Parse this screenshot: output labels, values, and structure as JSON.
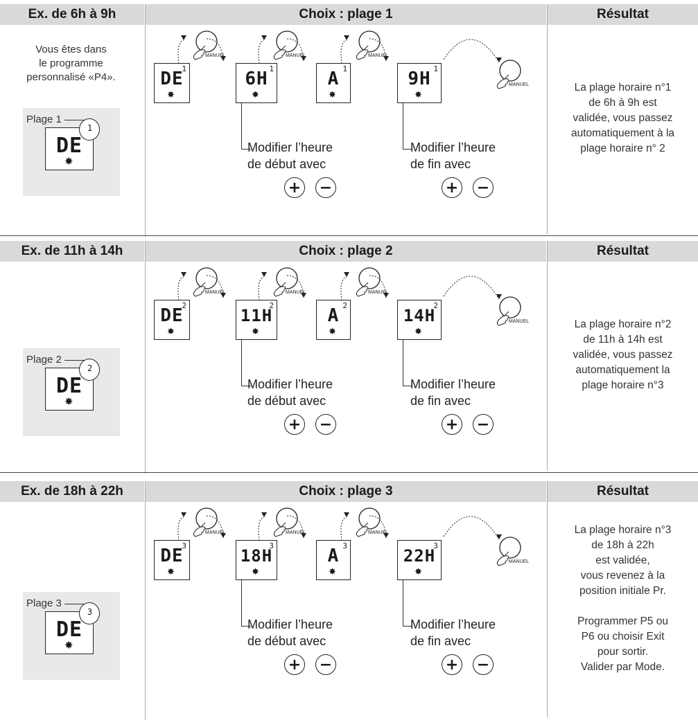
{
  "common": {
    "manuel_label": "MANUEL",
    "modify_start": [
      "Modifier l’heure",
      "de début avec"
    ],
    "modify_end": [
      "Modifier l’heure",
      "de fin avec"
    ],
    "plus": "+",
    "minus": "−",
    "star": "✸"
  },
  "sections": [
    {
      "col1_header": "Ex. de 6h à 9h",
      "col2_header": "Choix : plage 1",
      "col3_header": "Résultat",
      "intro": [
        "Vous êtes dans",
        "le programme",
        "personnalisé «P4»."
      ],
      "plage_label": "Plage 1",
      "plage_num": "1",
      "lcds": [
        {
          "main": "DE",
          "idx": "1"
        },
        {
          "main": "6H",
          "idx": "1"
        },
        {
          "main": "A",
          "idx": "1"
        },
        {
          "main": "9H",
          "idx": "1"
        }
      ],
      "result": [
        "La plage horaire n°1",
        "de 6h à 9h est",
        "validée, vous passez",
        "automatiquement à la",
        "plage horaire n° 2"
      ]
    },
    {
      "col1_header": "Ex. de 11h à 14h",
      "col2_header": "Choix : plage 2",
      "col3_header": "Résultat",
      "intro": [],
      "plage_label": "Plage 2",
      "plage_num": "2",
      "lcds": [
        {
          "main": "DE",
          "idx": "2"
        },
        {
          "main": "11H",
          "idx": "2"
        },
        {
          "main": "A",
          "idx": "2"
        },
        {
          "main": "14H",
          "idx": "2"
        }
      ],
      "result": [
        "La plage horaire n°2",
        "de 11h à 14h est",
        "validée, vous passez",
        "automatiquement la",
        "plage horaire n°3"
      ]
    },
    {
      "col1_header": "Ex. de 18h à 22h",
      "col2_header": "Choix : plage  3",
      "col3_header": "Résultat",
      "intro": [],
      "plage_label": "Plage 3",
      "plage_num": "3",
      "lcds": [
        {
          "main": "DE",
          "idx": "3"
        },
        {
          "main": "18H",
          "idx": "3"
        },
        {
          "main": "A",
          "idx": "3"
        },
        {
          "main": "22H",
          "idx": "3"
        }
      ],
      "result": [
        "La plage horaire n°3",
        "de 18h à 22h",
        "est validée,",
        "vous revenez à la",
        "position initiale Pr.",
        "",
        "Programmer P5 ou",
        "P6 ou choisir Exit",
        "pour sortir.",
        "Valider par Mode."
      ]
    }
  ]
}
